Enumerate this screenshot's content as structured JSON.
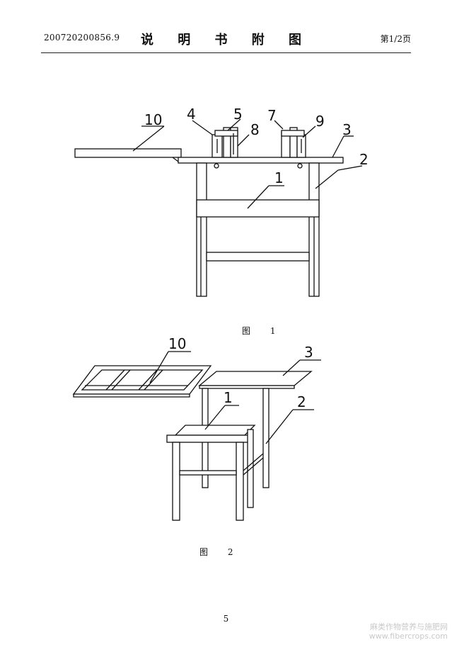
{
  "header": {
    "patent_number": "200720200856.9",
    "title": "说 明 书 附 图",
    "page_of": "第1/2页"
  },
  "figures": [
    {
      "caption": "图 1",
      "labels": [
        "10",
        "4",
        "5",
        "8",
        "7",
        "9",
        "3",
        "2",
        "1"
      ]
    },
    {
      "caption": "图 2",
      "labels": [
        "10",
        "3",
        "1",
        "2"
      ]
    }
  ],
  "footer": {
    "page_number": "5"
  },
  "watermark": {
    "line1": "麻类作物营养与施肥网",
    "line2": "www.fibercrops.com"
  }
}
